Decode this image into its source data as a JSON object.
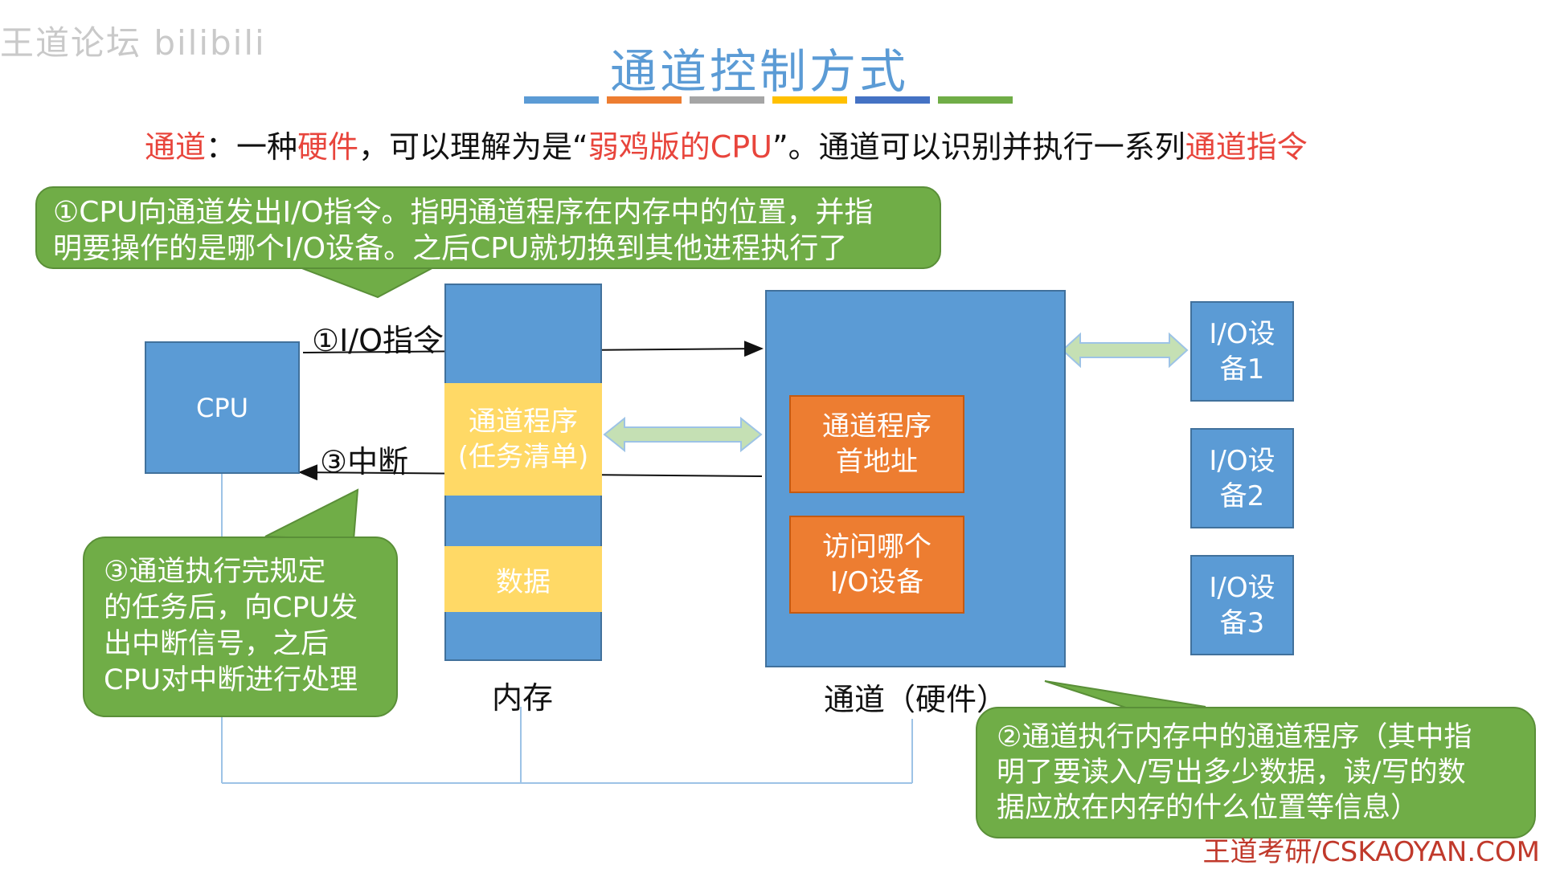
{
  "watermark": "王道论坛 bilibili",
  "title": "通道控制方式",
  "color_bars": [
    "#5b9bd5",
    "#ed7d31",
    "#a5a5a5",
    "#ffc000",
    "#4472c4",
    "#70ad47"
  ],
  "intro": {
    "p1": "通道",
    "p2": "：一种",
    "p3": "硬件",
    "p4": "，可以理解为是“",
    "p5": "弱鸡版的CPU",
    "p6": "”。通道可以识别并执行一系列",
    "p7": "通道指令"
  },
  "callouts": {
    "step1_line1": "①CPU向通道发出I/O指令。指明通道程序在内存中的位置，并指",
    "step1_line2": "明要操作的是哪个I/O设备。之后CPU就切换到其他进程执行了",
    "step3_lines": [
      "③通道执行完规定",
      "的任务后，向CPU发",
      "出中断信号，之后",
      "CPU对中断进行处理"
    ],
    "step2_lines": [
      "②通道执行内存中的通道程序（其中指",
      "明了要读入/写出多少数据，读/写的数",
      "据应放在内存的什么位置等信息）"
    ]
  },
  "diagram": {
    "cpu": "CPU",
    "io_instr_label": "①I/O指令",
    "interrupt_label": "③中断",
    "memory_label": "内存",
    "mem_prog_line1": "通道程序",
    "mem_prog_line2": "(任务清单)",
    "mem_data": "数据",
    "channel_label": "通道（硬件）",
    "ch_addr_line1": "通道程序",
    "ch_addr_line2": "首地址",
    "ch_dev_line1": "访问哪个",
    "ch_dev_line2": "I/O设备",
    "devices": [
      {
        "line1": "I/O设",
        "line2": "备1"
      },
      {
        "line1": "I/O设",
        "line2": "备2"
      },
      {
        "line1": "I/O设",
        "line2": "备3"
      }
    ]
  },
  "footer": "王道考研/CSKAOYAN.COM"
}
